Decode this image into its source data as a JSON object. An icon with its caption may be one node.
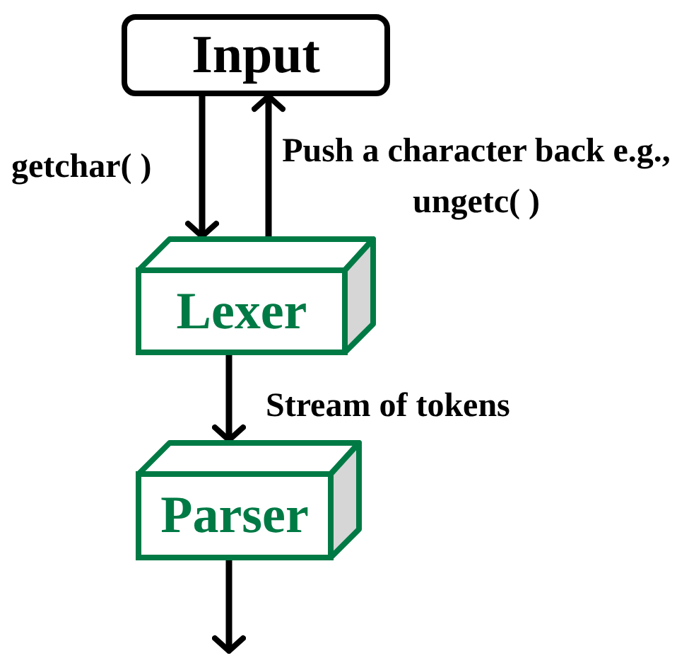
{
  "diagram": {
    "nodes": [
      {
        "text": [
          "Input"
        ]
      },
      {
        "text": [
          "Lexer"
        ]
      },
      {
        "text": [
          "Parser"
        ]
      }
    ],
    "edges": [
      {
        "from": 0,
        "to": 1,
        "arrow": "to",
        "label": "getchar( )"
      },
      {
        "from": 1,
        "to": 0,
        "arrow": "to",
        "label": "Push a character back e.g., ungetc( )"
      },
      {
        "from": 1,
        "to": 2,
        "arrow": "to",
        "label": "Stream of tokens"
      },
      {
        "from": 2,
        "to": null,
        "arrow": "to"
      }
    ]
  }
}
